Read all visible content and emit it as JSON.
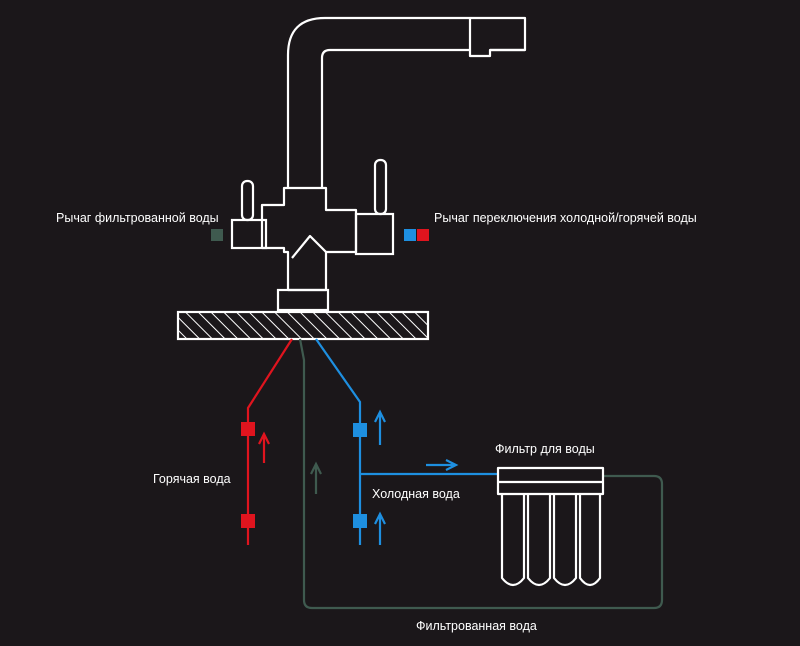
{
  "labels": {
    "filtered_lever": "Рычаг фильтрованной воды",
    "mix_lever": "Рычаг переключения холодной/горячей воды",
    "hot_water": "Горячая вода",
    "cold_water": "Холодная вода",
    "water_filter": "Фильтр для воды",
    "filtered_water": "Фильтрованная вода"
  },
  "colors": {
    "background": "#1b171a",
    "outline": "#ffffff",
    "hot": "#e0141e",
    "cold": "#1e8fe0",
    "filtered": "#3f5a4f"
  },
  "icons": {
    "filtered_lever_swatch": "dark-green-square",
    "mix_lever_swatch": "blue-red-square-pair"
  }
}
